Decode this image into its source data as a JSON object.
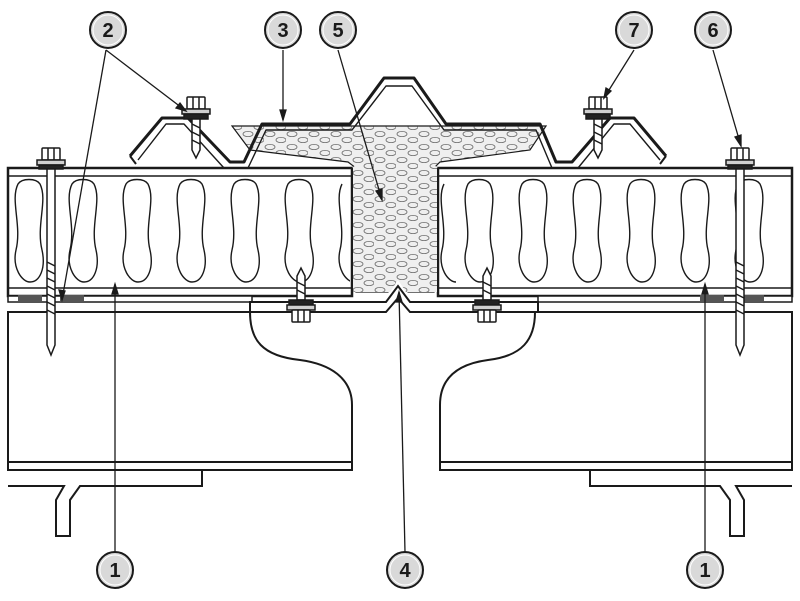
{
  "diagram": {
    "callouts": [
      {
        "id": "c2",
        "label": "2"
      },
      {
        "id": "c3",
        "label": "3"
      },
      {
        "id": "c5",
        "label": "5"
      },
      {
        "id": "c7",
        "label": "7"
      },
      {
        "id": "c6",
        "label": "6"
      },
      {
        "id": "c1-left",
        "label": "1"
      },
      {
        "id": "c4",
        "label": "4"
      },
      {
        "id": "c1-right",
        "label": "1"
      }
    ],
    "colors": {
      "stroke": "#1a1a1a",
      "callout_fill": "#d9d9d9",
      "insulation_fill": "#ececec",
      "gasket": "#555555"
    }
  }
}
